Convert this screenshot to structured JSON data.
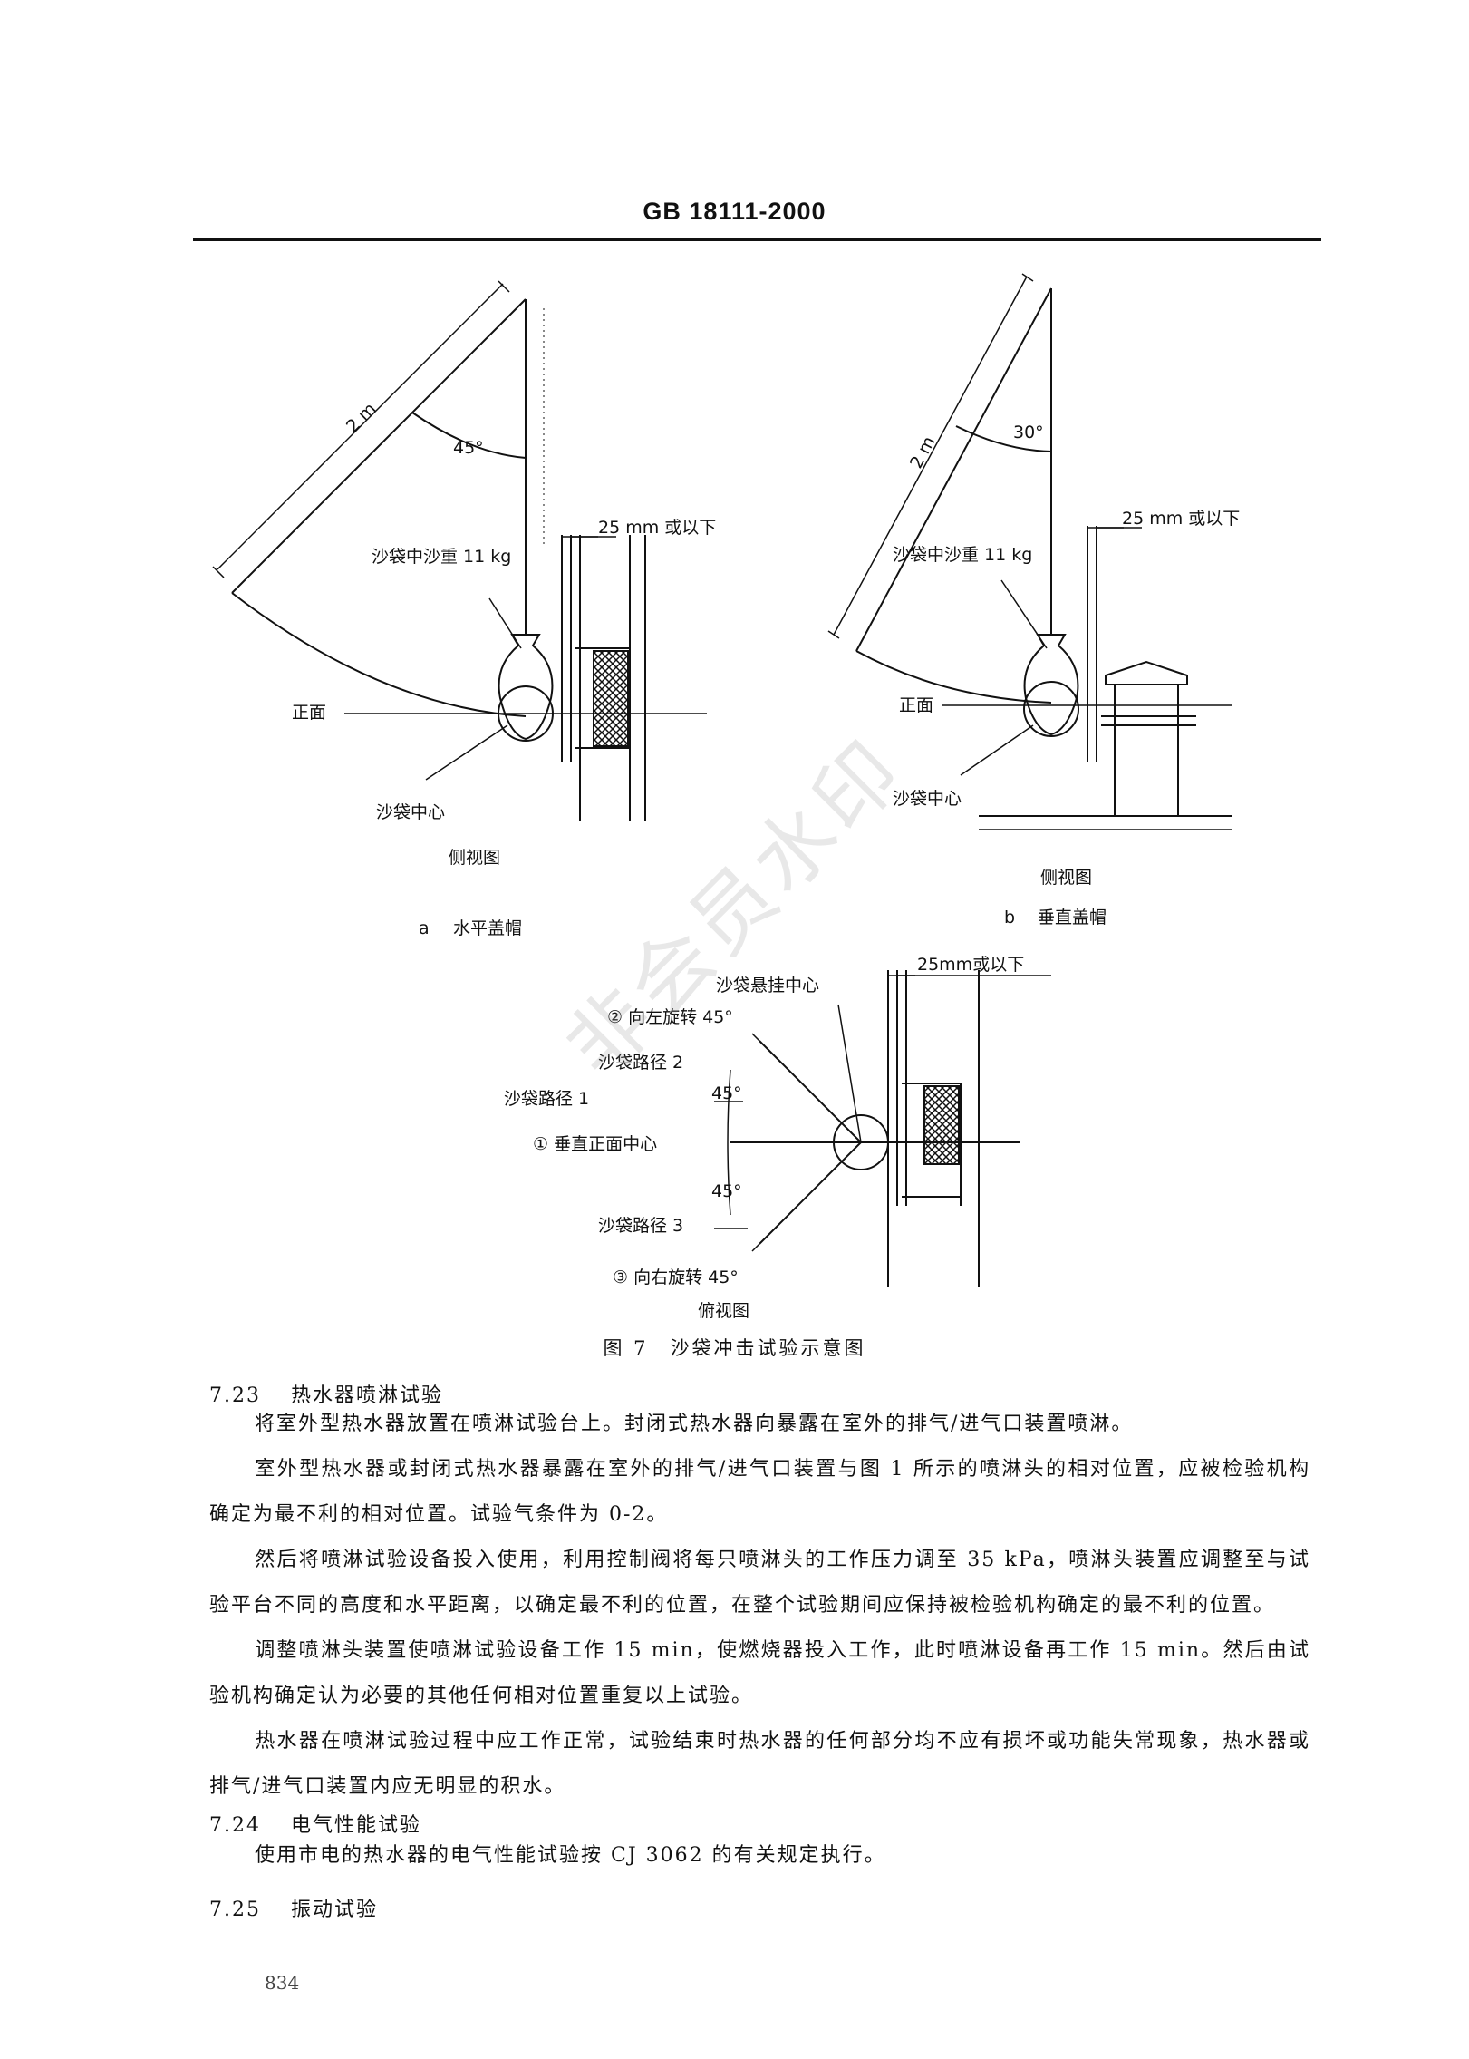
{
  "header": {
    "title": "GB 18111-2000"
  },
  "figure_a": {
    "length_label": "2 m",
    "angle_label": "45°",
    "gap_label": "25 mm 或以下",
    "sandbag_weight_label": "沙袋中沙重 11 kg",
    "front_label": "正面",
    "center_label": "沙袋中心",
    "view_label": "侧视图",
    "caption_letter": "a",
    "caption_text": "水平盖帽"
  },
  "figure_b": {
    "length_label": "2 m",
    "angle_label": "30°",
    "gap_label": "25 mm 或以下",
    "sandbag_weight_label": "沙袋中沙重 11 kg",
    "front_label": "正面",
    "center_label": "沙袋中心",
    "view_label": "侧视图",
    "caption_letter": "b",
    "caption_text": "垂直盖帽"
  },
  "figure_c": {
    "gap_label": "25mm或以下",
    "hang_center_label": "沙袋悬挂中心",
    "rotate_left_label": "② 向左旋转 45°",
    "path2_label": "沙袋路径 2",
    "path1_label": "沙袋路径 1",
    "angle_top_label": "45°",
    "vertical_center_label": "① 垂直正面中心",
    "angle_bottom_label": "45°",
    "path3_label": "沙袋路径 3",
    "rotate_right_label": "③ 向右旋转 45°",
    "view_label": "俯视图"
  },
  "figure_caption": "图 7　沙袋冲击试验示意图",
  "watermark": "非会员水印",
  "sections": [
    {
      "number": "7.23",
      "title": "热水器喷淋试验",
      "paragraphs": [
        "将室外型热水器放置在喷淋试验台上。封闭式热水器向暴露在室外的排气/进气口装置喷淋。",
        "室外型热水器或封闭式热水器暴露在室外的排气/进气口装置与图 1 所示的喷淋头的相对位置，应被检验机构确定为最不利的相对位置。试验气条件为 0-2。",
        "然后将喷淋试验设备投入使用，利用控制阀将每只喷淋头的工作压力调至 35 kPa，喷淋头装置应调整至与试验平台不同的高度和水平距离，以确定最不利的位置，在整个试验期间应保持被检验机构确定的最不利的位置。",
        "调整喷淋头装置使喷淋试验设备工作 15 min，使燃烧器投入工作，此时喷淋设备再工作 15 min。然后由试验机构确定认为必要的其他任何相对位置重复以上试验。",
        "热水器在喷淋试验过程中应工作正常，试验结束时热水器的任何部分均不应有损坏或功能失常现象，热水器或排气/进气口装置内应无明显的积水。"
      ]
    },
    {
      "number": "7.24",
      "title": "电气性能试验",
      "paragraphs": [
        "使用市电的热水器的电气性能试验按 CJ 3062 的有关规定执行。"
      ]
    },
    {
      "number": "7.25",
      "title": "振动试验",
      "paragraphs": []
    }
  ],
  "page_number": "834"
}
